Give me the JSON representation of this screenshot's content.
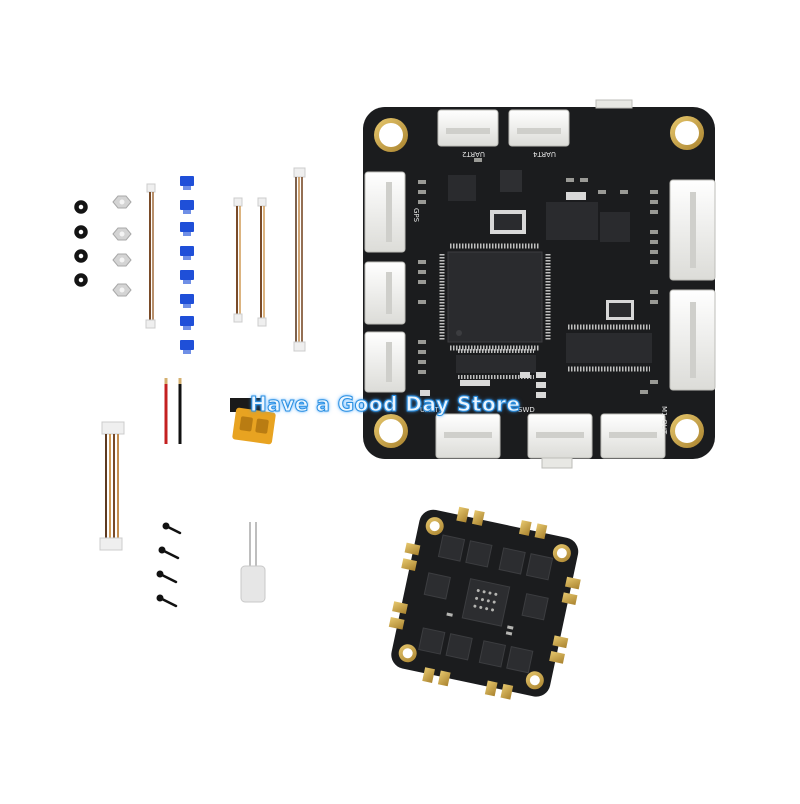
{
  "fc_board": {
    "labels": {
      "uart2": "UART2",
      "uart4": "UART4",
      "gps": "GPS",
      "uart1": "UART1",
      "swd": "SWD",
      "m1_out": "M1-OUT"
    }
  },
  "watermark": {
    "text": "Have a Good Day Store"
  },
  "colors": {
    "pcb": "#1b1c1e",
    "connector": "#f1f1ef",
    "gold_pad": "#c9a64a",
    "blue_jumper": "#1f4fd8",
    "xt_connector": "#e8a321"
  }
}
